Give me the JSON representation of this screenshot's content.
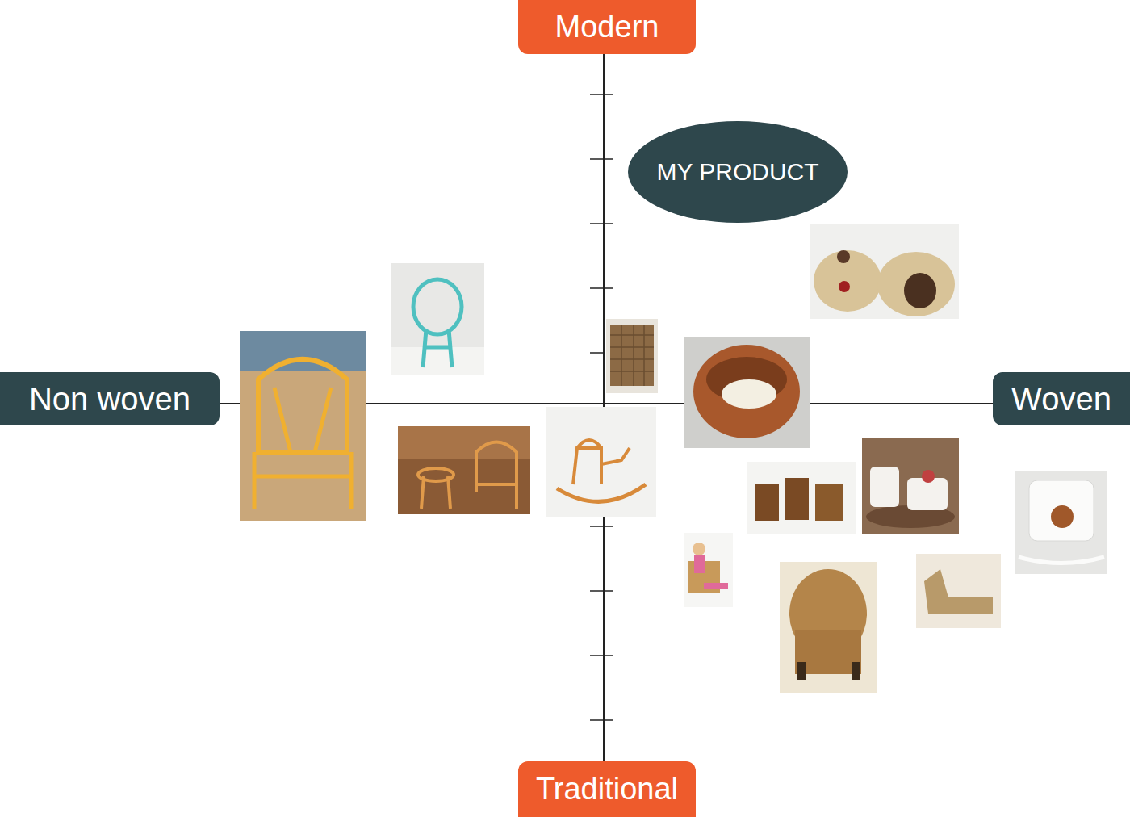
{
  "diagram": {
    "nodes": [
      {
        "text": [
          "Modern"
        ]
      },
      {
        "text": [
          "MY PRODUCT"
        ]
      },
      {
        "text": [
          "Non woven"
        ]
      },
      {
        "text": [
          "Woven"
        ]
      },
      {
        "text": [
          "Traditional"
        ]
      }
    ],
    "edges": [
      {
        "from": 0,
        "to": 4,
        "arrow": "none"
      },
      {
        "from": 2,
        "to": 3,
        "arrow": "none"
      }
    ]
  }
}
